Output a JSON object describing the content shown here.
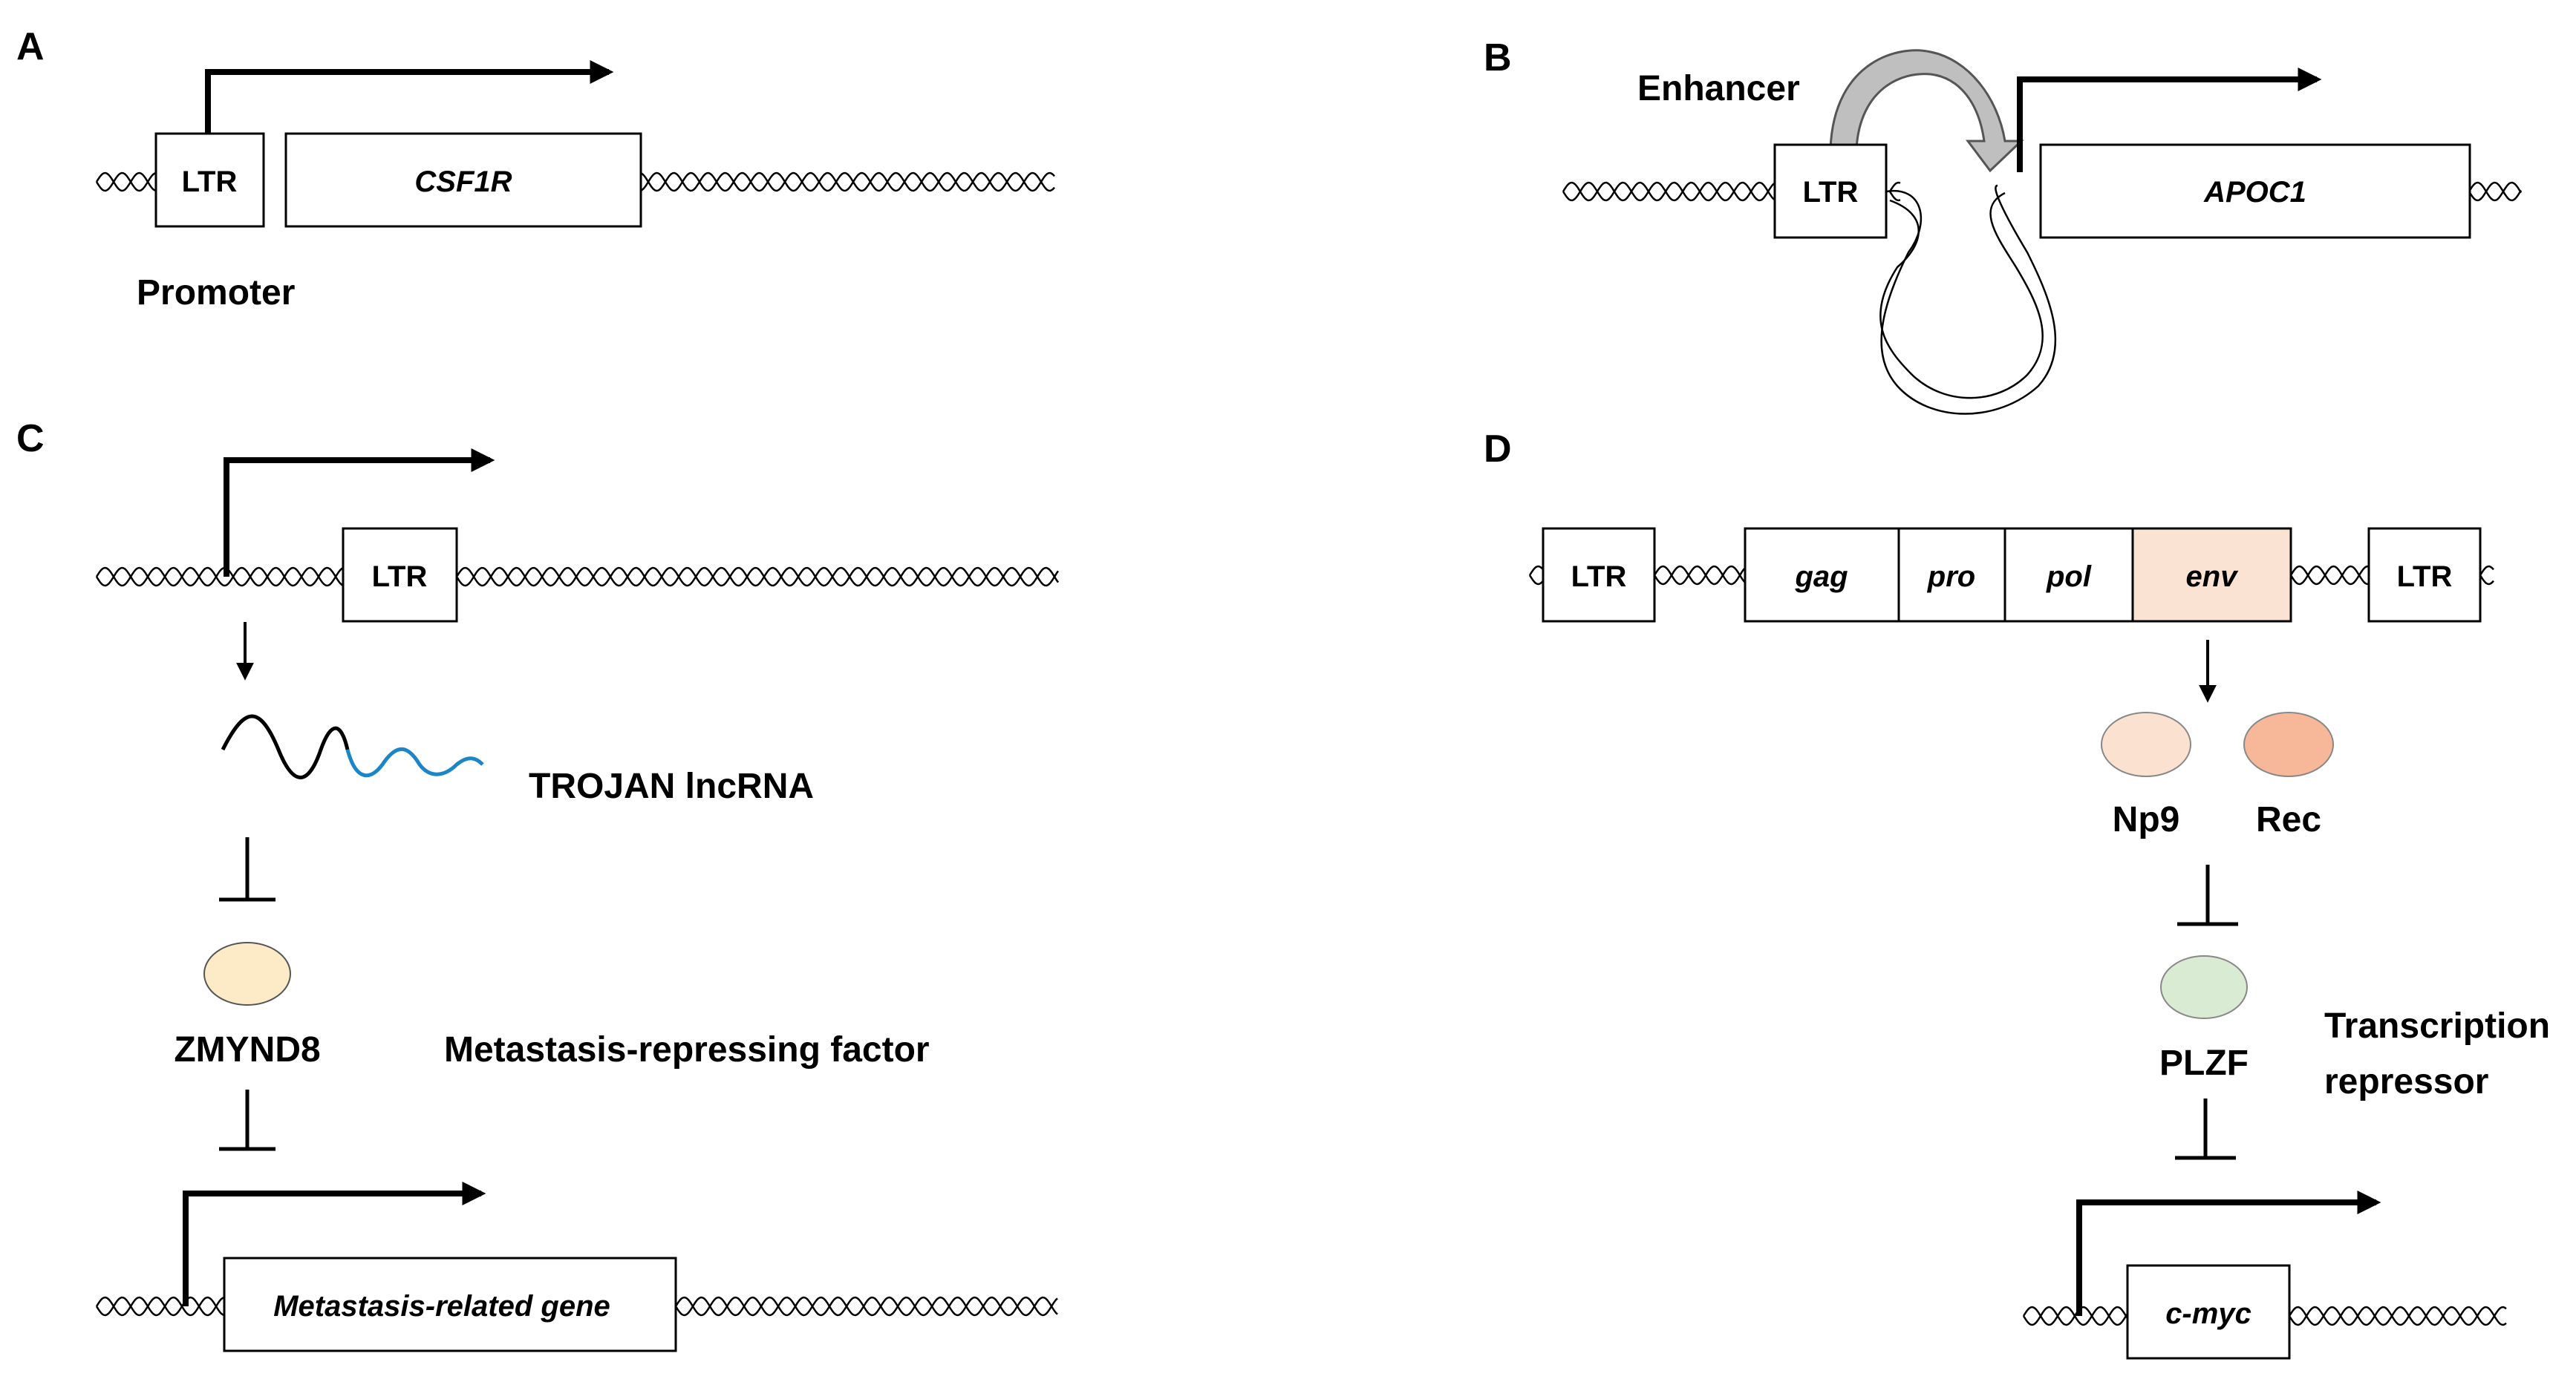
{
  "panels": {
    "a": {
      "label": "A",
      "ltr": "LTR",
      "gene": "CSF1R",
      "caption": "Promoter"
    },
    "b": {
      "label": "B",
      "caption": "Enhancer",
      "ltr": "LTR",
      "gene": "APOC1"
    },
    "c": {
      "label": "C",
      "ltr": "LTR",
      "lncrna": "TROJAN lncRNA",
      "factor": "ZMYND8",
      "factor_desc": "Metastasis-repressing factor",
      "target_gene": "Metastasis-related gene"
    },
    "d": {
      "label": "D",
      "ltr_left": "LTR",
      "ltr_right": "LTR",
      "genes": [
        "gag",
        "pro",
        "pol",
        "env"
      ],
      "protein1": "Np9",
      "protein2": "Rec",
      "repressor": "PLZF",
      "repressor_desc_line1": "Transcription",
      "repressor_desc_line2": "repressor",
      "target_gene": "c-myc"
    }
  },
  "colors": {
    "env_fill": "#fbe3d4",
    "np9_fill": "#fbe1d0",
    "rec_fill": "#f6b898",
    "zmynd8_fill": "#fdebc8",
    "plzf_fill": "#d9ecd3",
    "lncrna_blue": "#1a86c8",
    "loop_arrow": "#bfbfbf"
  }
}
